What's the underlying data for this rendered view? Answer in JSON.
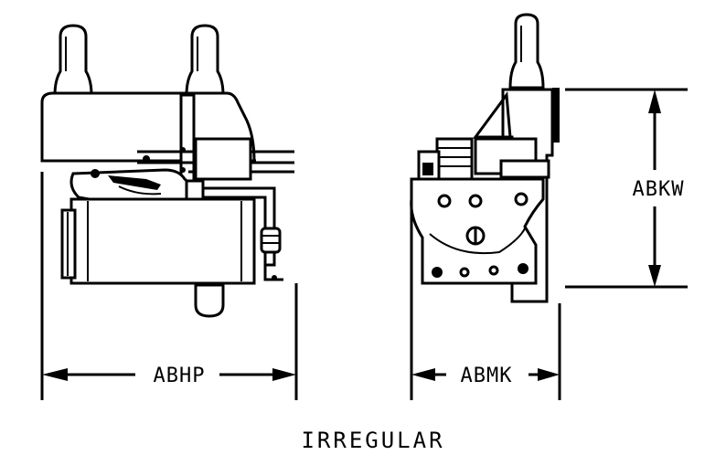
{
  "dimensions": {
    "width_front": "ABHP",
    "width_side": "ABMK",
    "height_side": "ABKW"
  },
  "caption": "IRREGULAR",
  "colors": {
    "ink": "#000000",
    "background": "#ffffff"
  }
}
